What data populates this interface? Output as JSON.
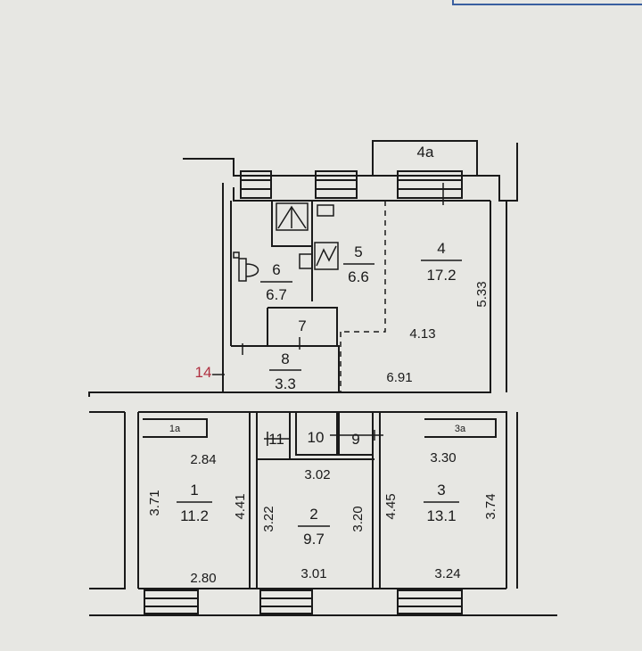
{
  "plan": {
    "accent_color": "#b03040",
    "line_color": "#1a1a1a",
    "rooms": {
      "r1": {
        "number": "1",
        "area": "11.2"
      },
      "r1a": {
        "number": "1a"
      },
      "r2": {
        "number": "2",
        "area": "9.7"
      },
      "r3": {
        "number": "3",
        "area": "13.1"
      },
      "r3a": {
        "number": "3a"
      },
      "r4": {
        "number": "4",
        "area": "17.2"
      },
      "r4a": {
        "number": "4a"
      },
      "r5": {
        "number": "5",
        "area": "6.6"
      },
      "r6": {
        "number": "6",
        "area": "6.7"
      },
      "r7": {
        "number": "7"
      },
      "r8": {
        "number": "8",
        "area": "3.3"
      },
      "r9": {
        "number": "9"
      },
      "r10": {
        "number": "10"
      },
      "r11": {
        "number": "11"
      },
      "r14": {
        "number": "14"
      }
    },
    "dimensions": {
      "r1_top": "2.84",
      "r1_bottom": "2.80",
      "r1_left": "3.71",
      "r1_right": "4.41",
      "r2_top": "3.02",
      "r2_bottom": "3.01",
      "r2_left": "3.22",
      "r2_right": "3.20",
      "r3_top": "3.30",
      "r3_bottom": "3.24",
      "r3_left": "4.45",
      "r3_right": "3.74",
      "r4_right": "5.33",
      "r4_inner": "4.13",
      "r4_bottom": "6.91"
    }
  }
}
